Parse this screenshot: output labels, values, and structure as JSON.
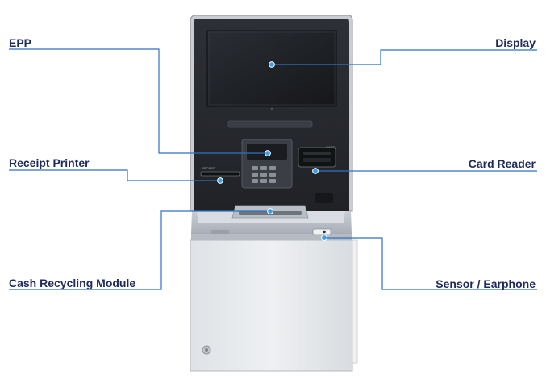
{
  "diagram": {
    "callouts": {
      "epp": "EPP",
      "receipt_printer": "Receipt Printer",
      "cash_recycling_module": "Cash Recycling Module",
      "display": "Display",
      "card_reader": "Card Reader",
      "sensor_earphone": "Sensor / Earphone"
    },
    "machine_text": {
      "receipt_slot": "RECEIPT",
      "card_slot": "CARD"
    },
    "colors": {
      "leader_line": "#2f72c4",
      "dot": "#3aa0e8",
      "label": "#1e2a5a",
      "cabinet": "#e7e9ec",
      "screen": "#1c1e22"
    }
  }
}
